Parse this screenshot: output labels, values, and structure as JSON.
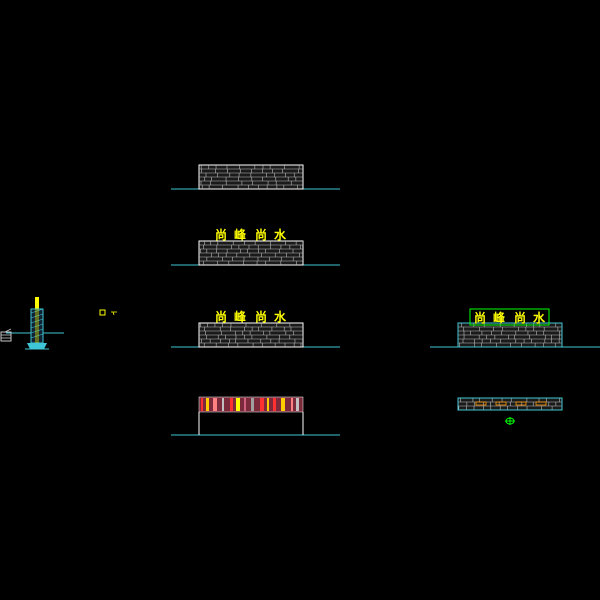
{
  "drawing": {
    "background": "#000000",
    "colors": {
      "ground": "#3fc6d6",
      "stone": "#c8c8c8",
      "stone_outline": "#ffffff",
      "text": "#ffff00",
      "green": "#00ff00",
      "cyan": "#00ffff",
      "red": "#ff3030",
      "orange": "#ff9900"
    },
    "sign_text": {
      "elevation_2": [
        "尚",
        "峰",
        "尚",
        "水"
      ],
      "elevation_3": [
        "尚",
        "峰",
        "尚",
        "水"
      ],
      "side_view": [
        "尚",
        "峰",
        "尚",
        "水"
      ]
    },
    "icons": [
      "section-detail-icon",
      "level-marker-icon",
      "north-arrow-icon"
    ],
    "views": [
      "wall-elevation-plain",
      "wall-elevation-with-text",
      "wall-elevation-with-text-lower",
      "wall-elevation-colored-band",
      "wall-side-elevation",
      "wall-plan-view",
      "wall-section-detail"
    ]
  }
}
